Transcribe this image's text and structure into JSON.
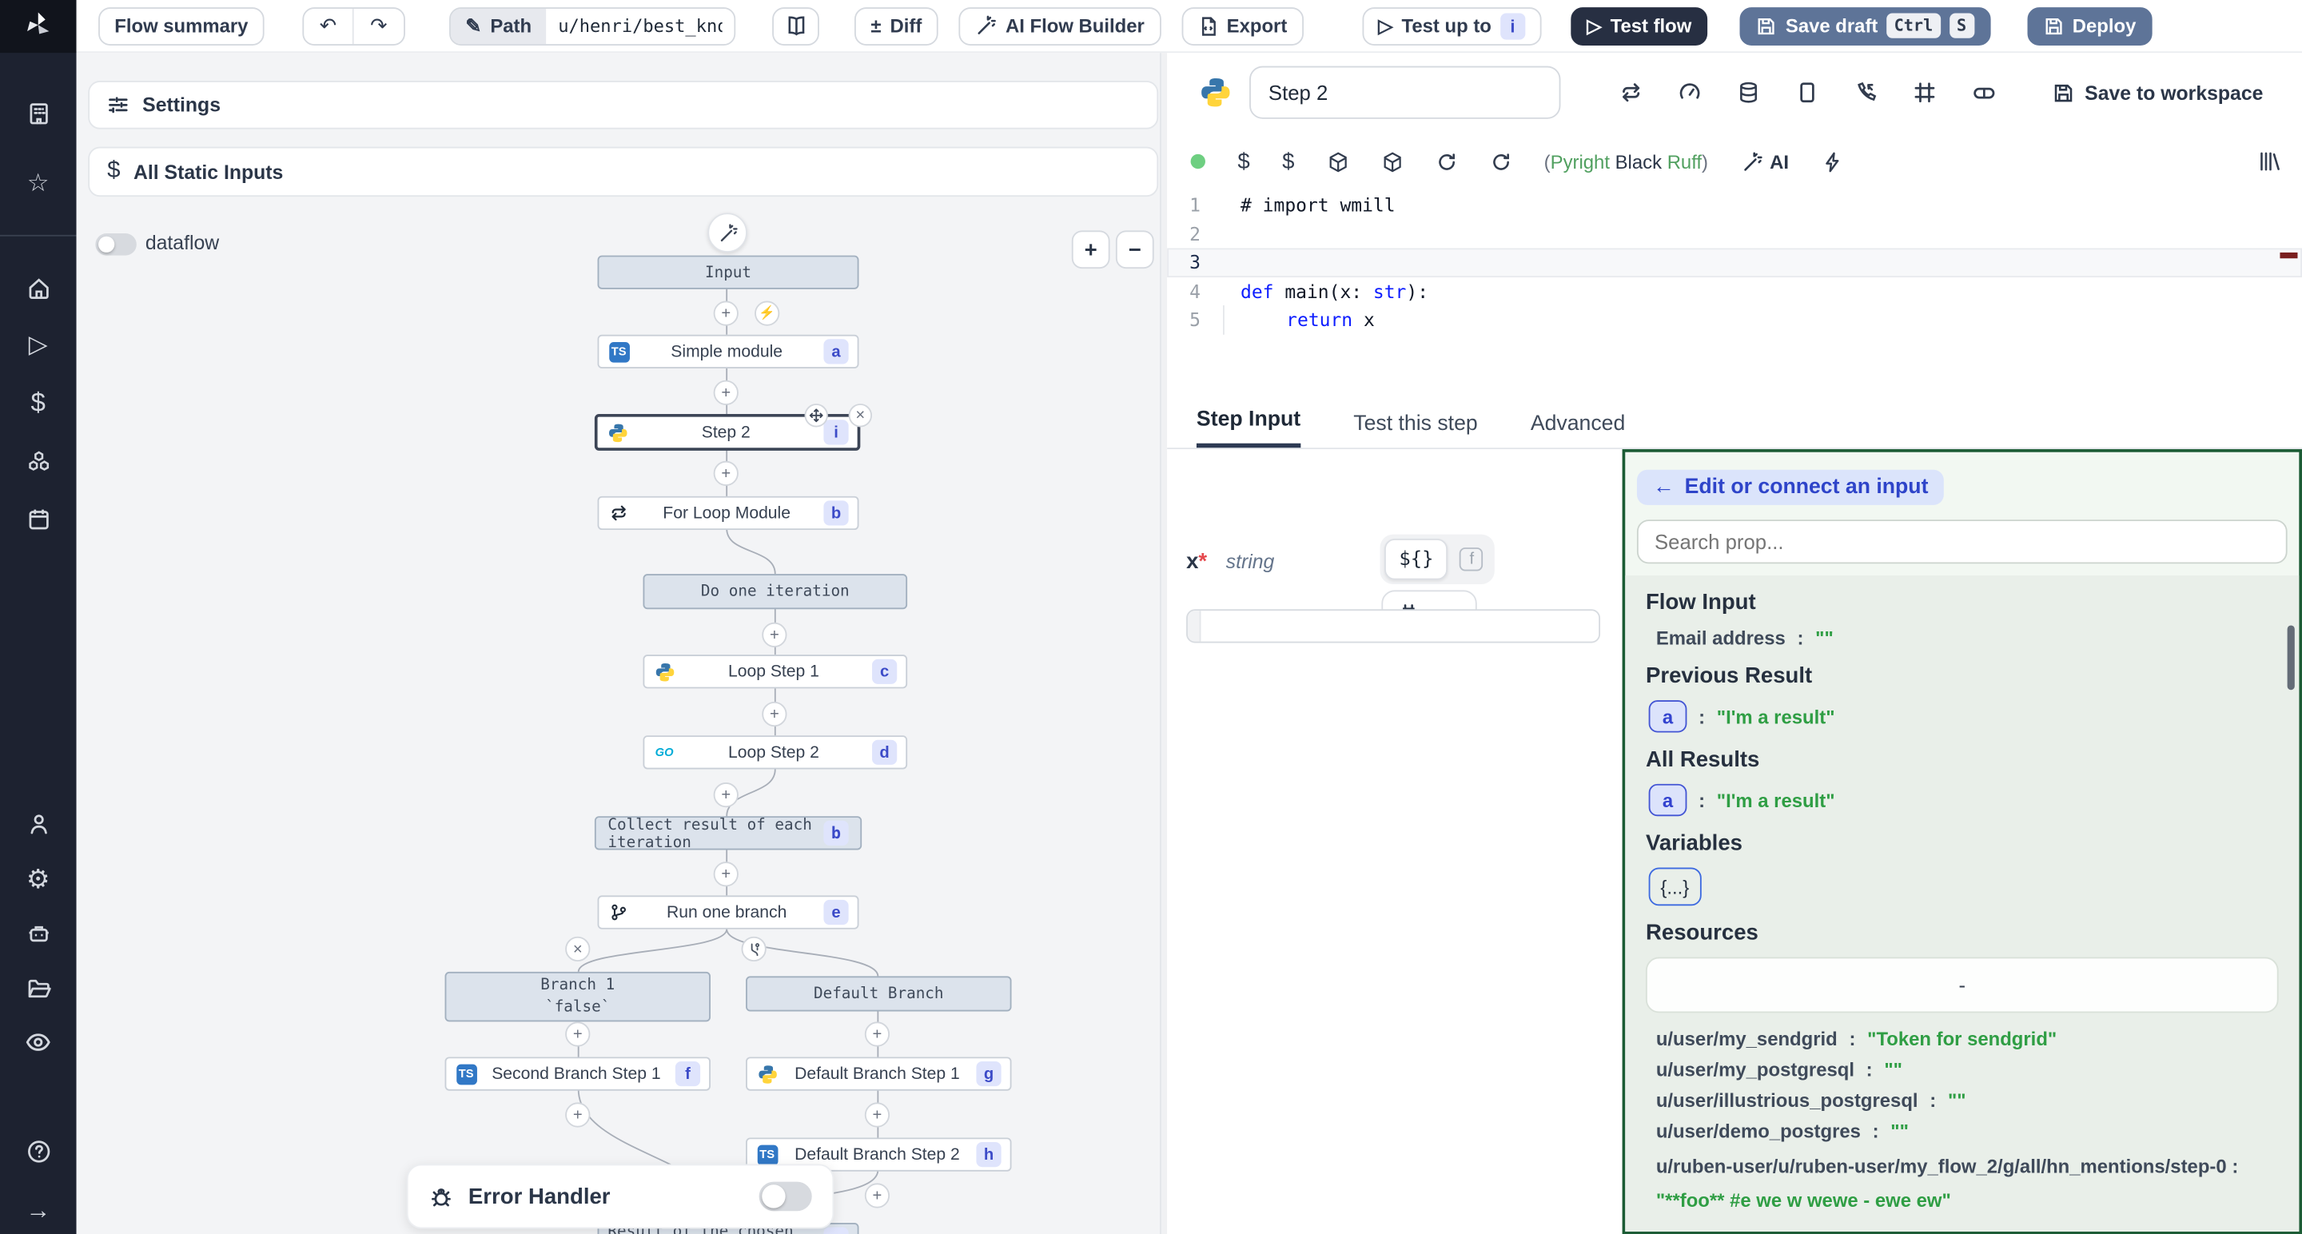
{
  "icons": {
    "plus": "+",
    "minus": "−",
    "undo": "↶",
    "redo": "↷",
    "play": "▷",
    "pencil": "✎",
    "close": "×",
    "move": "✛",
    "arrow_right": "→",
    "arrow_left": "←",
    "dollar": "$",
    "star": "☆",
    "home": "⌂",
    "gear": "⚙",
    "help": "?",
    "bolt": "⚡",
    "diff": "±",
    "dash": "-"
  },
  "toolbar": {
    "flow_summary": "Flow summary",
    "path_label": "Path",
    "path_value": "u/henri/best_known",
    "diff": "Diff",
    "ai_flow_builder": "AI Flow Builder",
    "export": "Export",
    "test_up_to": "Test up to",
    "test_up_to_badge": "i",
    "test_flow": "Test flow",
    "save_draft": "Save draft",
    "kbd_ctrl": "Ctrl",
    "kbd_s": "S",
    "deploy": "Deploy"
  },
  "left": {
    "settings": "Settings",
    "all_static_inputs": "All Static Inputs",
    "dataflow": "dataflow"
  },
  "graph": {
    "ts_label": "TS",
    "go_label": "GO",
    "error_handler": "Error Handler",
    "nodes": [
      {
        "label": "Input"
      },
      {
        "label": "Simple module",
        "badge": "a"
      },
      {
        "label": "Step 2",
        "badge": "i"
      },
      {
        "label": "For Loop Module",
        "badge": "b"
      },
      {
        "label": "Do one iteration"
      },
      {
        "label": "Loop Step 1",
        "badge": "c"
      },
      {
        "label": "Loop Step 2",
        "badge": "d"
      },
      {
        "label": "Collect result of each iteration",
        "badge": "b"
      },
      {
        "label": "Run one branch",
        "badge": "e"
      },
      {
        "label": "Branch 1",
        "sub": "`false`"
      },
      {
        "label": "Default Branch"
      },
      {
        "label": "Second Branch Step 1",
        "badge": "f"
      },
      {
        "label": "Default Branch Step 1",
        "badge": "g"
      },
      {
        "label": "Default Branch Step 2",
        "badge": "h"
      },
      {
        "label": "Result of the chosen branch",
        "badge": "e"
      }
    ]
  },
  "editor": {
    "step_name": "Step 2",
    "save_to_workspace": "Save to workspace",
    "assist_open": "(",
    "assist_pyright": "Pyright",
    "assist_black": "Black",
    "assist_ruff": "Ruff",
    "assist_close": ")",
    "ai_label": "AI",
    "line_numbers": [
      "1",
      "2",
      "3",
      "4",
      "5"
    ],
    "line1": "# import wmill",
    "l4_def": "def",
    "l4_mid": " main(x: ",
    "l4_type": "str",
    "l4_end": "):",
    "l5_indent": "    ",
    "l5_return": "return",
    "l5_x": " x"
  },
  "tabs": {
    "step_input": "Step Input",
    "test_this_step": "Test this step",
    "advanced": "Advanced"
  },
  "step_input": {
    "name": "x",
    "required": "*",
    "type": "string",
    "expr_label": "${}",
    "fn_label": "f"
  },
  "connect": {
    "back_label": "Edit or connect an input",
    "search_placeholder": "Search prop...",
    "flow_input_title": "Flow Input",
    "flow_input_key": "Email address",
    "flow_input_value": "\"\"",
    "previous_result_title": "Previous Result",
    "prev_badge": "a",
    "prev_value": "\"I'm a result\"",
    "all_results_title": "All Results",
    "all_badge": "a",
    "all_value": "\"I'm a result\"",
    "variables_title": "Variables",
    "variables_button": "{...}",
    "resources_title": "Resources",
    "resources_placeholder": "-",
    "rows": [
      {
        "key": "u/user/my_sendgrid",
        "value": "\"Token for sendgrid\""
      },
      {
        "key": "u/user/my_postgresql",
        "value": "\"\""
      },
      {
        "key": "u/user/illustrious_postgresql",
        "value": "\"\""
      },
      {
        "key": "u/user/demo_postgres",
        "value": "\"\""
      }
    ],
    "long_key": "u/ruben-user/u/ruben-user/my_flow_2/g/all/hn_mentions/step-0",
    "long_sep": ":",
    "long_value": "\"**foo** #e we w wewe - ewe ew\""
  }
}
